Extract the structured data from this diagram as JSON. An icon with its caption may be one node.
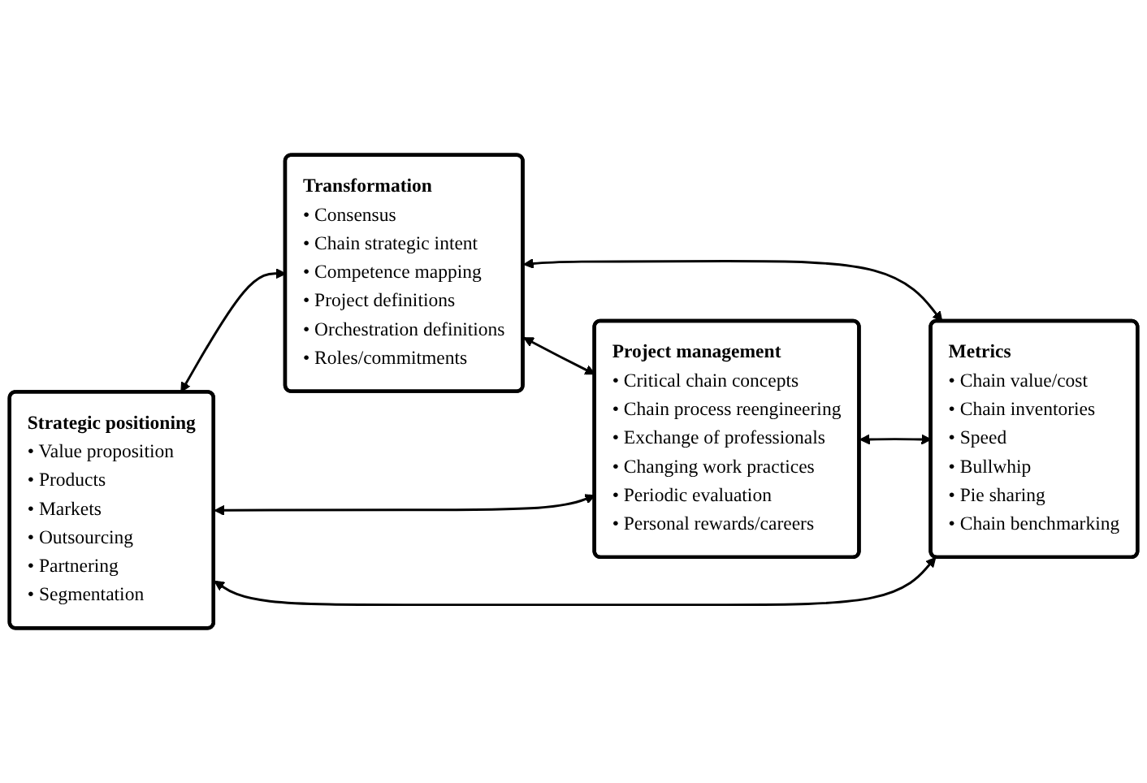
{
  "diagram": {
    "nodes": [
      {
        "text": [
          "Strategic positioning",
          "• Value proposition",
          "• Products",
          "• Markets",
          "• Outsourcing",
          "• Partnering",
          "• Segmentation"
        ]
      },
      {
        "text": [
          "Transformation",
          "• Consensus",
          "• Chain strategic intent",
          "• Competence mapping",
          "• Project definitions",
          "• Orchestration definitions",
          "• Roles/commitments"
        ]
      },
      {
        "text": [
          "Project management",
          "• Critical chain concepts",
          "• Chain process reengineering",
          "• Exchange of professionals",
          "• Changing work practices",
          "• Periodic evaluation",
          "• Personal rewards/careers"
        ]
      },
      {
        "text": [
          "Metrics",
          "• Chain value/cost",
          "• Chain inventories",
          "• Speed",
          "• Bullwhip",
          "• Pie sharing",
          "• Chain benchmarking"
        ]
      }
    ],
    "edges": [
      {
        "from": 0,
        "to": 1,
        "arrow": "both"
      },
      {
        "from": 0,
        "to": 2,
        "arrow": "both"
      },
      {
        "from": 1,
        "to": 3,
        "arrow": "both"
      },
      {
        "from": 2,
        "to": 3,
        "arrow": "both"
      },
      {
        "from": 0,
        "to": 3,
        "arrow": "both"
      },
      {
        "from": 1,
        "to": 2,
        "arrow": "both"
      }
    ]
  }
}
